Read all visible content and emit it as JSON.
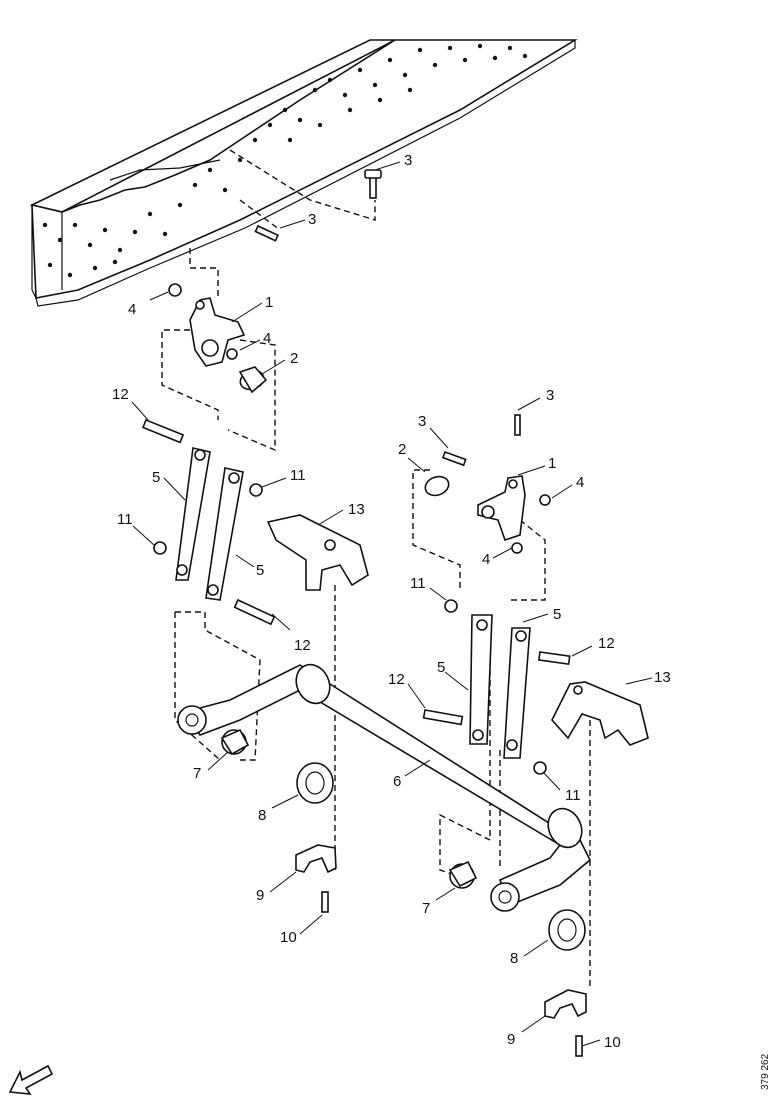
{
  "callouts": {
    "c3a": "3",
    "c3b": "3",
    "c4a": "4",
    "c1a": "1",
    "c4b": "4",
    "c2a": "2",
    "c12a": "12",
    "c5a": "5",
    "c11a": "11",
    "c11b": "11",
    "c5b": "5",
    "c13a": "13",
    "c12b": "12",
    "c3c": "3",
    "c3d": "3",
    "c2b": "2",
    "c1b": "1",
    "c4c": "4",
    "c4d": "4",
    "c11c": "11",
    "c5c": "5",
    "c12c": "12",
    "c5d": "5",
    "c12d": "12",
    "c13b": "13",
    "c7a": "7",
    "c6": "6",
    "c11d": "11",
    "c8a": "8",
    "c9a": "9",
    "c10a": "10",
    "c7b": "7",
    "c8b": "8",
    "c9b": "9",
    "c10b": "10"
  },
  "reference_code": "379 262",
  "icons": {
    "direction": "direction-arrow-icon"
  }
}
